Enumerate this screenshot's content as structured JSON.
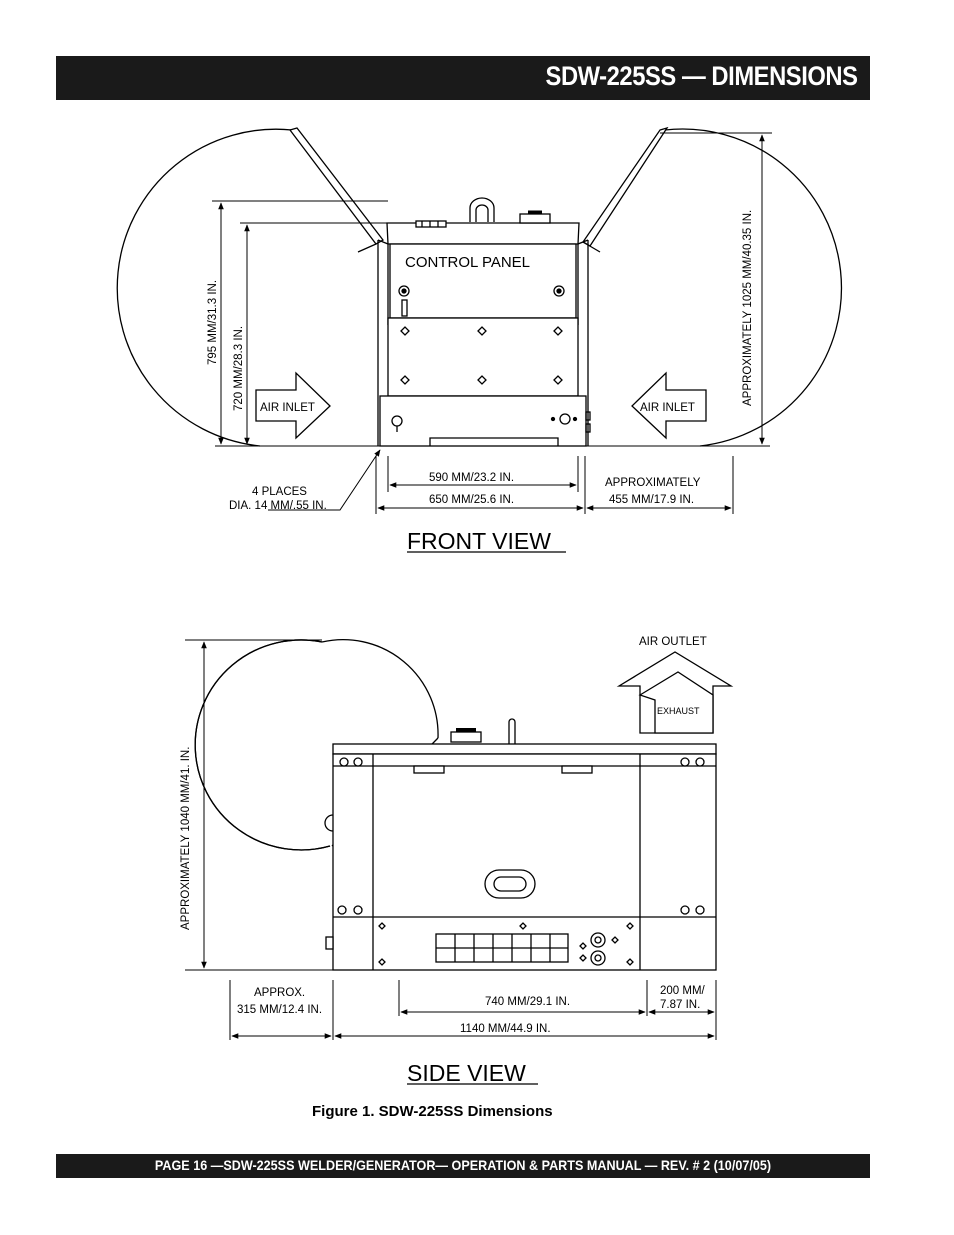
{
  "header": {
    "title": "SDW-225SS — DIMENSIONS"
  },
  "front_view": {
    "title": "FRONT VIEW",
    "control_panel": "CONTROL PANEL",
    "air_inlet_left": "AIR INLET",
    "air_inlet_right": "AIR INLET",
    "height_overall": "795 MM/31.3 IN.",
    "height_body": "720 MM/28.3 IN.",
    "height_approx": "APPROXIMATELY 1025 MM/40.35 IN.",
    "mount_places": "4 PLACES",
    "mount_dia": "DIA. 14 MM/.55 IN.",
    "width_mount": "590 MM/23.2 IN.",
    "width_overall": "650 MM/25.6 IN.",
    "door_approx": "APPROXIMATELY",
    "door_width": "455 MM/17.9 IN."
  },
  "side_view": {
    "title": "SIDE VIEW",
    "air_outlet": "AIR OUTLET",
    "exhaust": "EXHAUST",
    "height_approx": "APPROXIMATELY 1040 MM/41. IN.",
    "door_approx": "APPROX.",
    "door_depth": "315 MM/12.4 IN.",
    "length_mount": "740 MM/29.1 IN.",
    "length_overhang_1": "200 MM/",
    "length_overhang_2": "7.87 IN.",
    "length_overall": "1140 MM/44.9 IN."
  },
  "figure": {
    "caption": "Figure 1.   SDW-225SS  Dimensions"
  },
  "footer": {
    "text": "PAGE 16 —SDW-225SS WELDER/GENERATOR—  OPERATION & PARTS  MANUAL — REV. # 2 (10/07/05)"
  }
}
